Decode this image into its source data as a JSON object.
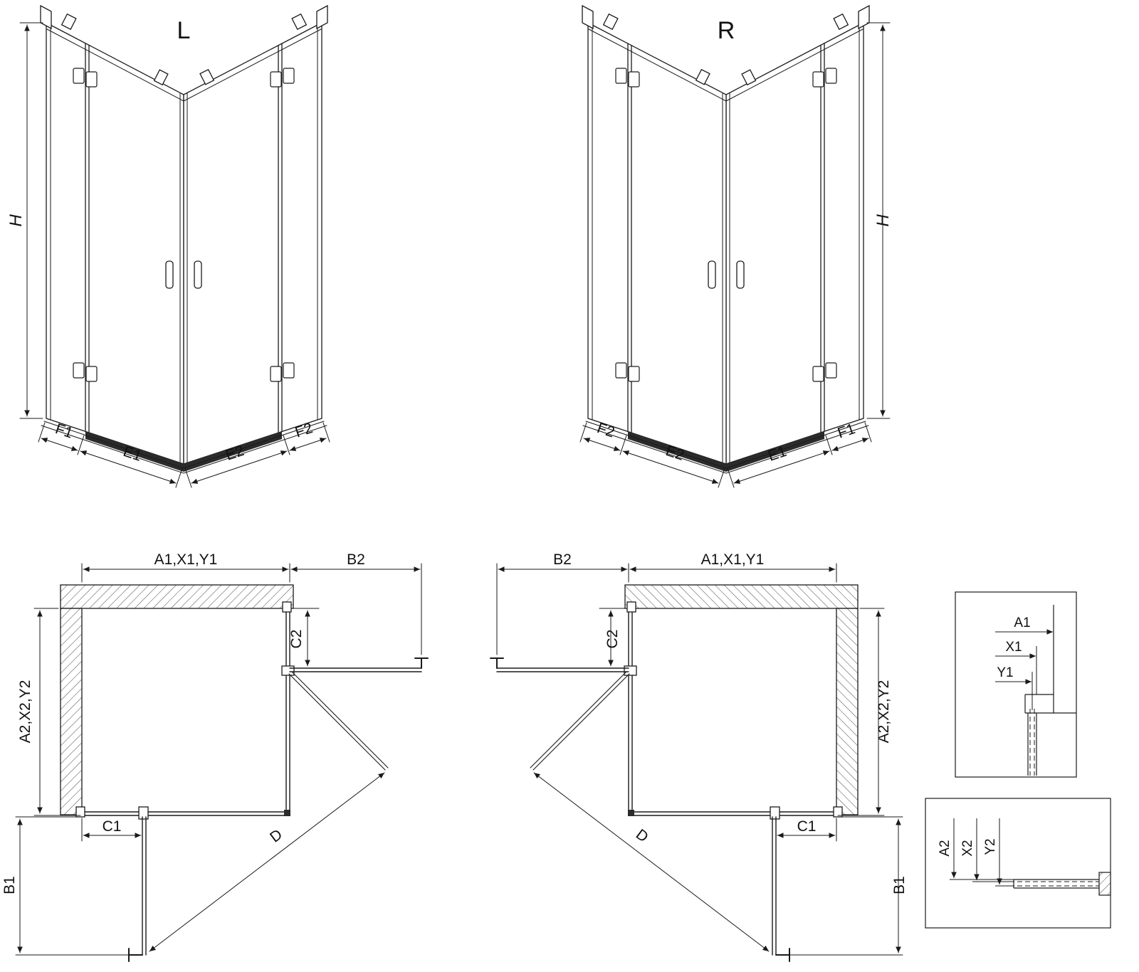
{
  "drawing": {
    "colors": {
      "line": "#1a1a1a",
      "background": "#ffffff",
      "threshold": "#2b2b2b"
    }
  },
  "iso_left": {
    "variant": "L",
    "h": "H",
    "f1": "F1",
    "e1": "E1",
    "e2": "E2",
    "f2": "F2"
  },
  "iso_right": {
    "variant": "R",
    "h": "H",
    "f1": "F1",
    "e1": "E1",
    "e2": "E2",
    "f2": "F2"
  },
  "plan_left": {
    "width_top": "A1,X1,Y1",
    "b2": "B2",
    "c2": "C2",
    "depth_left": "A2,X2,Y2",
    "c1": "C1",
    "b1": "B1",
    "d": "D"
  },
  "plan_right": {
    "width_top": "A1,X1,Y1",
    "b2": "B2",
    "c2": "C2",
    "depth_left": "A2,X2,Y2",
    "c1": "C1",
    "b1": "B1",
    "d": "D"
  },
  "detail_top": {
    "a1": "A1",
    "x1": "X1",
    "y1": "Y1"
  },
  "detail_bottom": {
    "a2": "A2",
    "x2": "X2",
    "y2": "Y2"
  }
}
